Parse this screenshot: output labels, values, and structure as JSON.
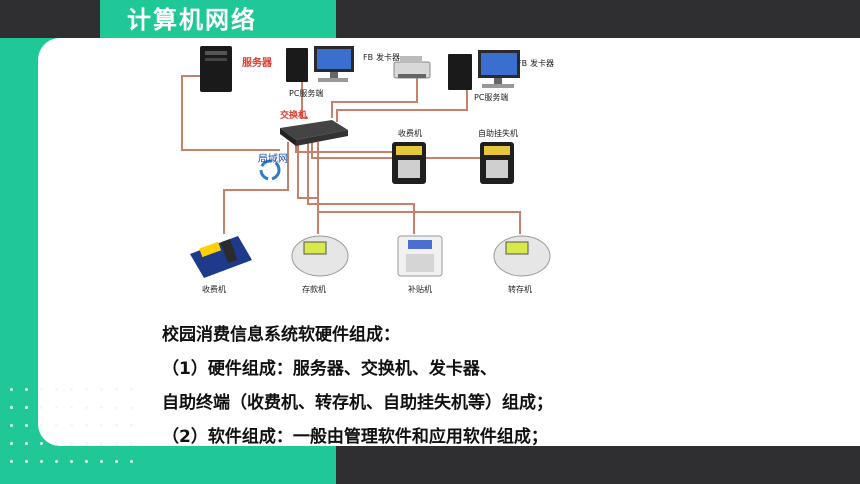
{
  "slide": {
    "title": "计算机网络",
    "lines": [
      "校园消费信息系统软硬件组成：",
      "（1）硬件组成：服务器、交换机、发卡器、",
      "自助终端（收费机、转存机、自助挂失机等）组成；",
      "（2）软件组成：一般由管理软件和应用软件组成；"
    ]
  },
  "diagram": {
    "server": "服务器",
    "pc_server_1": "PC服务端",
    "pc_server_2": "PC服务端",
    "fb1": "FB",
    "card_issuer_1": "发卡器",
    "fb2": "FB",
    "card_issuer_2": "发卡器",
    "switch": "交换机",
    "lan": "局域网",
    "pos_top": "收费机",
    "self_loss": "自助挂失机",
    "pos_bottom": "收费机",
    "deposit": "存款机",
    "subsidy": "补贴机",
    "transfer": "转存机"
  },
  "colors": {
    "accent_green": "#1fc896",
    "dark_bg": "#2f2f31",
    "cable": "#c8806a",
    "label_red": "#e23b2e"
  }
}
